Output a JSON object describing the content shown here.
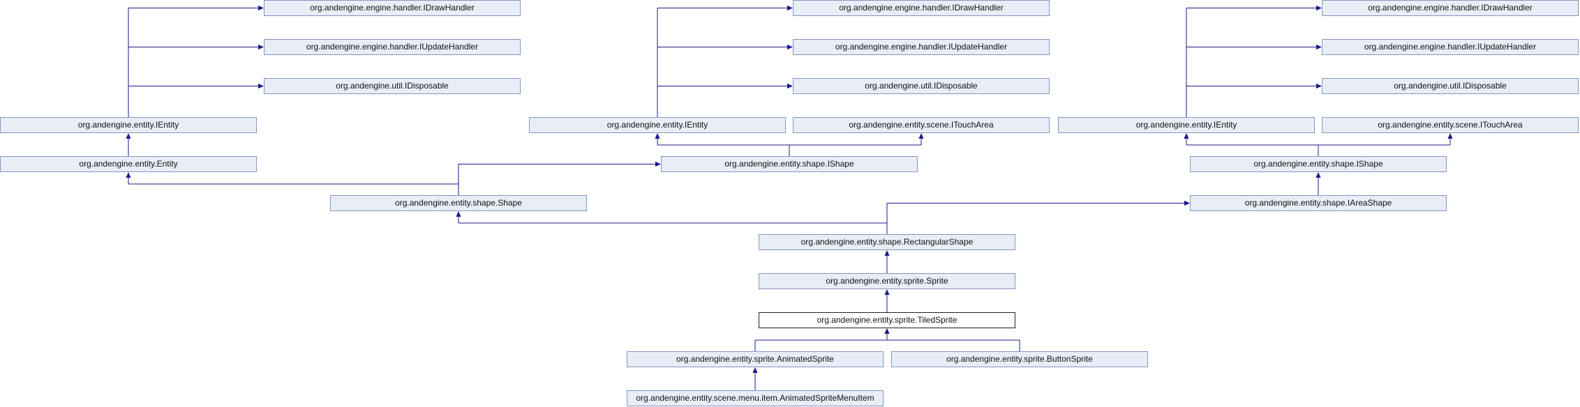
{
  "diagram": {
    "title": "",
    "line_color": "#1a1a8c",
    "nodes": {
      "idraw1": "org.andengine.engine.handler.IDrawHandler",
      "iupd1": "org.andengine.engine.handler.IUpdateHandler",
      "idisp1": "org.andengine.util.IDisposable",
      "ientity1": "org.andengine.entity.IEntity",
      "entity": "org.andengine.entity.Entity",
      "idraw2": "org.andengine.engine.handler.IDrawHandler",
      "iupd2": "org.andengine.engine.handler.IUpdateHandler",
      "idisp2": "org.andengine.util.IDisposable",
      "ientity2": "org.andengine.entity.IEntity",
      "itouch2": "org.andengine.entity.scene.ITouchArea",
      "ishape2": "org.andengine.entity.shape.IShape",
      "shape": "org.andengine.entity.shape.Shape",
      "idraw3": "org.andengine.engine.handler.IDrawHandler",
      "iupd3": "org.andengine.engine.handler.IUpdateHandler",
      "idisp3": "org.andengine.util.IDisposable",
      "ientity3": "org.andengine.entity.IEntity",
      "itouch3": "org.andengine.entity.scene.ITouchArea",
      "ishape3": "org.andengine.entity.shape.IShape",
      "iarea3": "org.andengine.entity.shape.IAreaShape",
      "rect": "org.andengine.entity.shape.RectangularShape",
      "sprite": "org.andengine.entity.sprite.Sprite",
      "tiled": "org.andengine.entity.sprite.TiledSprite",
      "animated": "org.andengine.entity.sprite.AnimatedSprite",
      "button": "org.andengine.entity.sprite.ButtonSprite",
      "menuitem": "org.andengine.entity.scene.menu.item.AnimatedSpriteMenuItem"
    },
    "edges": [
      [
        "idraw1",
        "ientity1"
      ],
      [
        "iupd1",
        "ientity1"
      ],
      [
        "idisp1",
        "ientity1"
      ],
      [
        "ientity1",
        "entity"
      ],
      [
        "entity",
        "shape"
      ],
      [
        "ishape2",
        "shape"
      ],
      [
        "idraw2",
        "ientity2"
      ],
      [
        "iupd2",
        "ientity2"
      ],
      [
        "idisp2",
        "ientity2"
      ],
      [
        "ientity2",
        "ishape2"
      ],
      [
        "itouch2",
        "ishape2"
      ],
      [
        "idraw3",
        "ientity3"
      ],
      [
        "iupd3",
        "ientity3"
      ],
      [
        "idisp3",
        "ientity3"
      ],
      [
        "ientity3",
        "ishape3"
      ],
      [
        "itouch3",
        "ishape3"
      ],
      [
        "ishape3",
        "iarea3"
      ],
      [
        "shape",
        "rect"
      ],
      [
        "iarea3",
        "rect"
      ],
      [
        "rect",
        "sprite"
      ],
      [
        "sprite",
        "tiled"
      ],
      [
        "tiled",
        "animated"
      ],
      [
        "tiled",
        "button"
      ],
      [
        "animated",
        "menuitem"
      ]
    ]
  }
}
